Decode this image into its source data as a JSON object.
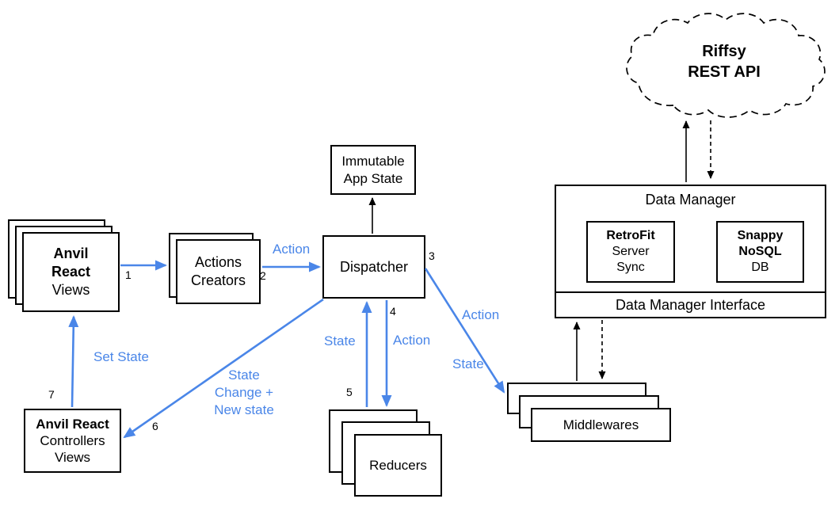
{
  "nodes": {
    "cloud": {
      "lines": [
        "Riffsy",
        "REST API"
      ]
    },
    "immutable_app_state": {
      "line1": "Immutable",
      "line2": "App State"
    },
    "dispatcher": {
      "label": "Dispatcher"
    },
    "actions_creators": {
      "line1": "Actions",
      "line2": "Creators"
    },
    "anvil_react_views": {
      "line1": "Anvil",
      "line2": "React",
      "line3": "Views"
    },
    "anvil_react_controllers": {
      "line1": "Anvil React",
      "line2": "Controllers",
      "line3": "Views"
    },
    "reducers": {
      "label": "Reducers"
    },
    "middlewares": {
      "label": "Middlewares"
    },
    "data_manager": {
      "title": "Data Manager",
      "interface_label": "Data Manager Interface",
      "retrofit": {
        "line1": "RetroFit",
        "line2": "Server",
        "line3": "Sync"
      },
      "snappy": {
        "line1": "Snappy",
        "line2": "NoSQL",
        "line3": "DB"
      }
    }
  },
  "edge_labels": {
    "action_create": "Action",
    "state_up": "State",
    "action_down": "Action",
    "action_middleware": "Action",
    "state_middleware": "State",
    "set_state": "Set State",
    "state_change_lines": [
      "State",
      "Change +",
      "New state"
    ]
  },
  "step_numbers": [
    "1",
    "2",
    "3",
    "4",
    "5",
    "6",
    "7"
  ],
  "colors": {
    "arrow_blue": "#4a86e8",
    "line_black": "#000000",
    "box_fill": "#ffffff"
  }
}
